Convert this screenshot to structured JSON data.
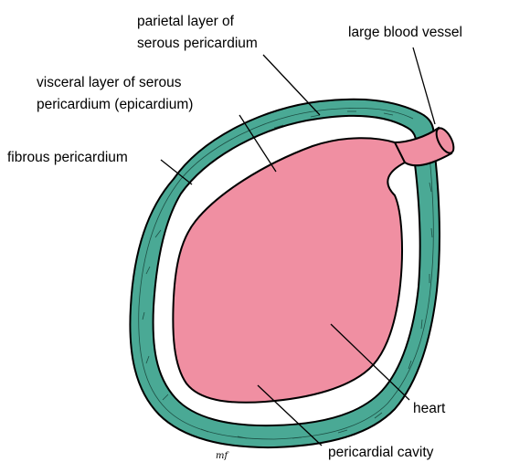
{
  "labels": {
    "parietal_line1": "parietal layer of",
    "parietal_line2": "serous pericardium",
    "vessel": "large blood vessel",
    "visceral_line1": "visceral layer of serous",
    "visceral_line2": "pericardium (epicardium)",
    "fibrous": "fibrous pericardium",
    "heart": "heart",
    "cavity": "pericardial cavity",
    "signature": "mf"
  },
  "colors": {
    "fibrous_layer": "#4aa995",
    "heart": "#f08fa2",
    "cavity": "#ffffff",
    "outline": "#000000"
  }
}
